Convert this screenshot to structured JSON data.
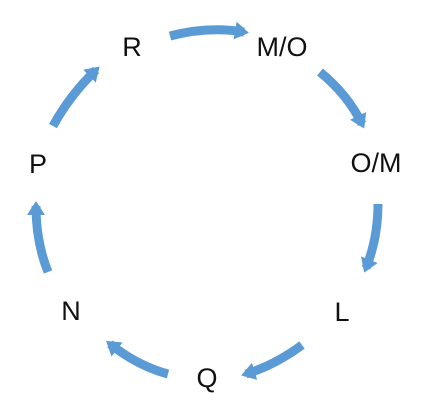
{
  "diagram": {
    "nodes": [
      {
        "id": "r",
        "label": "R"
      },
      {
        "id": "mo",
        "label": "M/O"
      },
      {
        "id": "om",
        "label": "O/M"
      },
      {
        "id": "l",
        "label": "L"
      },
      {
        "id": "q",
        "label": "Q"
      },
      {
        "id": "n",
        "label": "N"
      },
      {
        "id": "p",
        "label": "P"
      }
    ],
    "edges": [
      {
        "from": "r",
        "to": "mo"
      },
      {
        "from": "mo",
        "to": "om"
      },
      {
        "from": "om",
        "to": "l"
      },
      {
        "from": "l",
        "to": "q"
      },
      {
        "from": "q",
        "to": "n"
      },
      {
        "from": "n",
        "to": "p"
      },
      {
        "from": "p",
        "to": "r"
      }
    ],
    "arrow_color": "#5B9BD5",
    "text_color": "#111111"
  }
}
